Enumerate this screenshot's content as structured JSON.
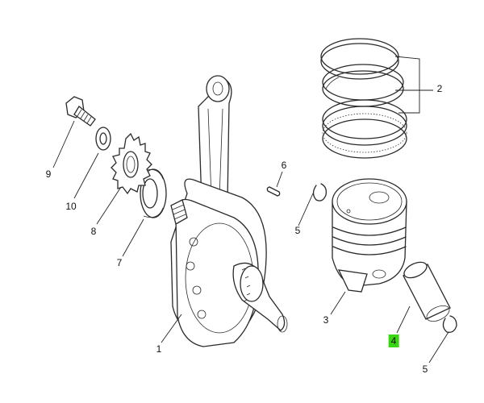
{
  "callouts": [
    {
      "id": "c1",
      "text": "1"
    },
    {
      "id": "c2",
      "text": "2"
    },
    {
      "id": "c3",
      "text": "3"
    },
    {
      "id": "c4",
      "text": "4",
      "highlight_color": "#39d611"
    },
    {
      "id": "c5a",
      "text": "5"
    },
    {
      "id": "c5b",
      "text": "5"
    },
    {
      "id": "c6",
      "text": "6"
    },
    {
      "id": "c7",
      "text": "7"
    },
    {
      "id": "c8",
      "text": "8"
    },
    {
      "id": "c9",
      "text": "9"
    },
    {
      "id": "c10",
      "text": "10"
    }
  ]
}
